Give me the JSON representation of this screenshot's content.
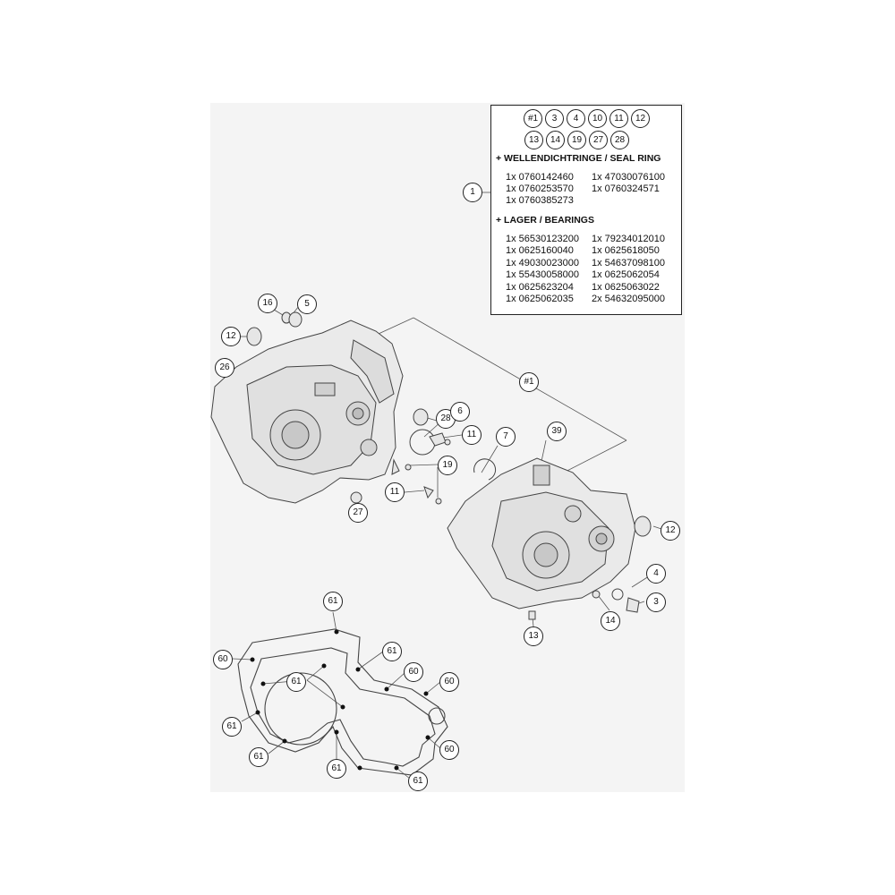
{
  "kit": {
    "refs_row1": [
      "#1",
      "3",
      "4",
      "10",
      "11",
      "12"
    ],
    "refs_row2": [
      "13",
      "14",
      "19",
      "27",
      "28"
    ],
    "seal_heading": "+ WELLENDICHTRINGE / SEAL RING",
    "seal_rows": [
      [
        "1x 0760142460",
        "1x 47030076100"
      ],
      [
        "1x 0760253570",
        "1x 0760324571"
      ],
      [
        "1x 0760385273",
        ""
      ]
    ],
    "bearing_heading": "+ LAGER / BEARINGS",
    "bearing_rows": [
      [
        "1x 56530123200",
        "1x 79234012010"
      ],
      [
        "1x 0625160040",
        "1x 0625618050"
      ],
      [
        "1x 49030023000",
        "1x 54637098100"
      ],
      [
        "1x 55430058000",
        "1x 0625062054"
      ],
      [
        "1x 0625623204",
        "1x 0625063022"
      ],
      [
        "1x 0625062035",
        "2x 54632095000"
      ]
    ]
  },
  "callouts": {
    "c1": "1",
    "c16": "16",
    "c5": "5",
    "c12a": "12",
    "c26": "26",
    "c28": "28",
    "c6": "6",
    "c11a": "11",
    "c7": "7",
    "c39": "39",
    "chash1": "#1",
    "c19": "19",
    "c11b": "11",
    "c27": "27",
    "c12b": "12",
    "c4": "4",
    "c3": "3",
    "c14": "14",
    "c13": "13",
    "c61a": "61",
    "c60a": "60",
    "c61b": "61",
    "c61c": "61",
    "c60b": "60",
    "c60c": "60",
    "c61d": "61",
    "c61e": "61",
    "c60d": "60",
    "c61f": "61",
    "c61g": "61"
  }
}
